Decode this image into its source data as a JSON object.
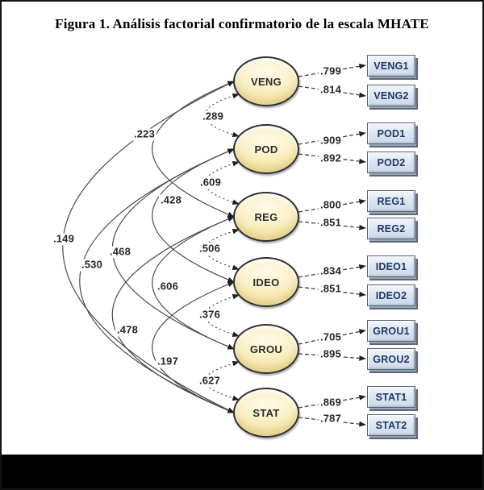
{
  "title": "Figura 1. Análisis factorial confirmatorio de la escala MHATE",
  "diagram": {
    "scale_name": "MHATE",
    "factors": [
      {
        "name": "VENG",
        "indicators": [
          {
            "label": "VENG1",
            "loading": ".799"
          },
          {
            "label": "VENG2",
            "loading": ".814"
          }
        ]
      },
      {
        "name": "POD",
        "indicators": [
          {
            "label": "POD1",
            "loading": ".909"
          },
          {
            "label": "POD2",
            "loading": ".892"
          }
        ]
      },
      {
        "name": "REG",
        "indicators": [
          {
            "label": "REG1",
            "loading": ".800"
          },
          {
            "label": "REG2",
            "loading": ".851"
          }
        ]
      },
      {
        "name": "IDEO",
        "indicators": [
          {
            "label": "IDEO1",
            "loading": ".834"
          },
          {
            "label": "IDEO2",
            "loading": ".851"
          }
        ]
      },
      {
        "name": "GROU",
        "indicators": [
          {
            "label": "GROU1",
            "loading": ".705"
          },
          {
            "label": "GROU2",
            "loading": ".895"
          }
        ]
      },
      {
        "name": "STAT",
        "indicators": [
          {
            "label": "STAT1",
            "loading": ".869"
          },
          {
            "label": "STAT2",
            "loading": ".787"
          }
        ]
      }
    ],
    "correlations": [
      {
        "pair": "VENG-POD",
        "value": ".289"
      },
      {
        "pair": "VENG-REG",
        "value": ".223"
      },
      {
        "pair": "VENG-STAT",
        "value": ".149"
      },
      {
        "pair": "POD-REG",
        "value": ".609"
      },
      {
        "pair": "POD-IDEO",
        "value": ".428"
      },
      {
        "pair": "POD-GROU",
        "value": ".468"
      },
      {
        "pair": "POD-STAT",
        "value": ".530"
      },
      {
        "pair": "REG-IDEO",
        "value": ".506"
      },
      {
        "pair": "REG-GROU",
        "value": ".606"
      },
      {
        "pair": "REG-STAT",
        "value": ".478"
      },
      {
        "pair": "IDEO-GROU",
        "value": ".376"
      },
      {
        "pair": "IDEO-STAT",
        "value": ".197"
      },
      {
        "pair": "GROU-STAT",
        "value": ".627"
      }
    ],
    "colors": {
      "factor_fill": "#FAF0C6",
      "factor_border": "#2F2F2F",
      "indicator_fill": "#DCE6F2",
      "indicator_text": "#1F3864",
      "line": "#4A4A4A",
      "background": "#FFFFFF",
      "frame": "#141414"
    }
  }
}
